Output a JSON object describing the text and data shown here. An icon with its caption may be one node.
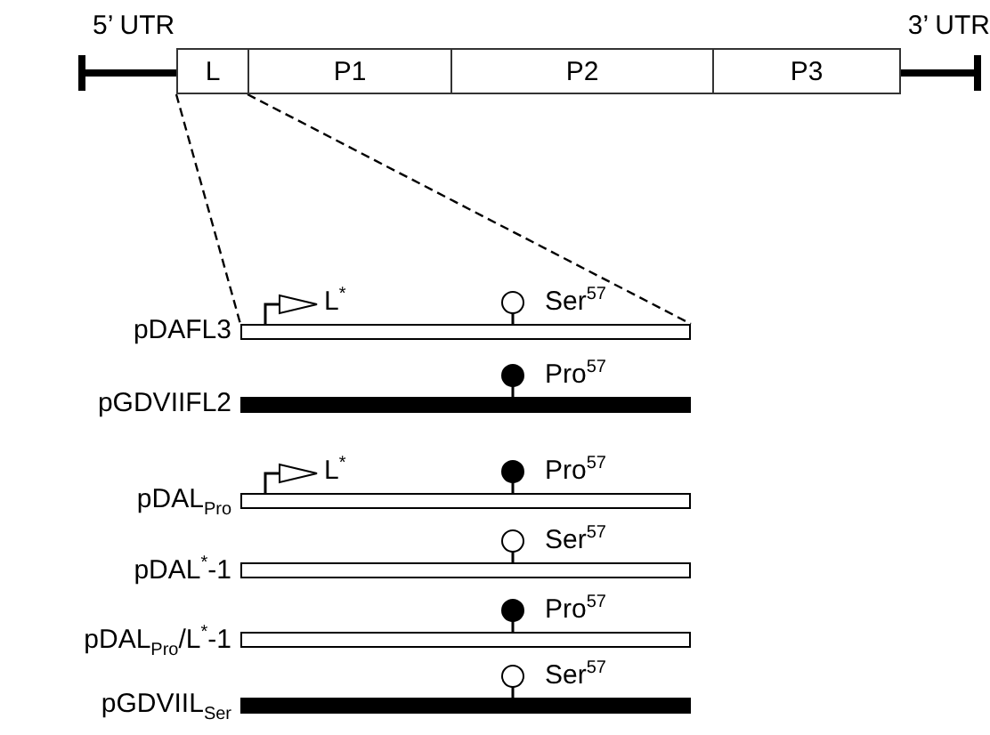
{
  "diagram": {
    "nodes": [
      {
        "text": [
          "L"
        ]
      },
      {
        "text": [
          "P1"
        ]
      },
      {
        "text": [
          "P2"
        ]
      },
      {
        "text": [
          "P3"
        ]
      },
      {
        "text": [
          "pDAFL3",
          "L$^{*}$",
          "Ser$^{57}$"
        ]
      },
      {
        "text": [
          "pGDVIIFL2",
          "Pro$^{57}$"
        ]
      },
      {
        "text": [
          "pDAL$_{Pro}$",
          "L$^{*}$",
          "Pro$^{57}$"
        ]
      },
      {
        "text": [
          "pDAL$^{*}$-1",
          "Ser$^{57}$"
        ]
      },
      {
        "text": [
          "pDAL$_{Pro}$/L$^{*}$-1",
          "Pro$^{57}$"
        ]
      },
      {
        "text": [
          "pGDVIIL$_{Ser}$",
          "Ser$^{57}$"
        ]
      }
    ],
    "edges": [
      {
        "from": 0,
        "to": 4,
        "arrow": "none",
        "style": "dashed"
      },
      {
        "from": 0,
        "to": 4,
        "arrow": "none",
        "style": "dashed"
      }
    ],
    "labels": [
      "5’ UTR",
      "3’ UTR"
    ]
  }
}
